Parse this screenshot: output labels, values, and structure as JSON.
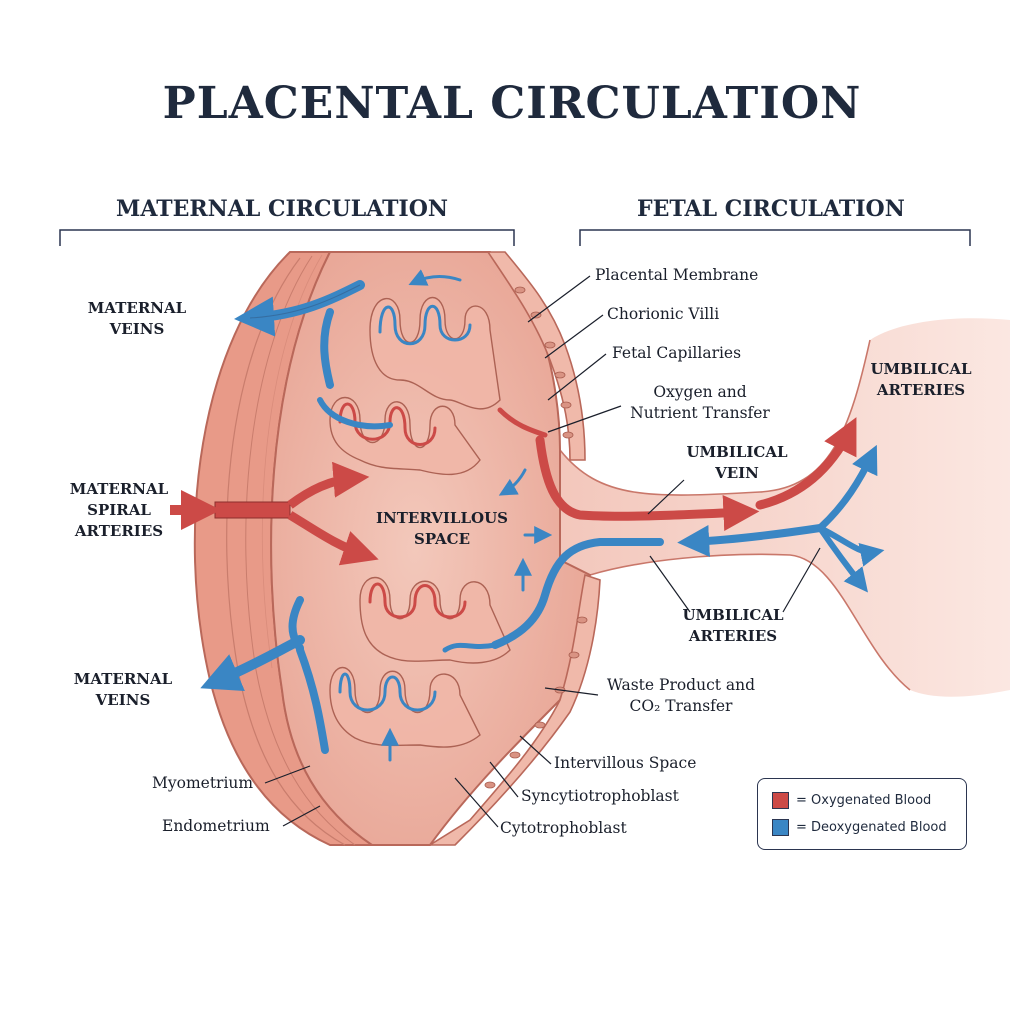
{
  "title": "PLACENTAL CIRCULATION",
  "sections": {
    "maternal": "MATERNAL CIRCULATION",
    "fetal": "FETAL CIRCULATION"
  },
  "labels": {
    "maternal_veins_top": [
      "MATERNAL",
      "VEINS"
    ],
    "maternal_spiral_arteries": [
      "MATERNAL",
      "SPIRAL",
      "ARTERIES"
    ],
    "maternal_veins_bottom": [
      "MATERNAL",
      "VEINS"
    ],
    "myometrium": "Myometrium",
    "endometrium": "Endometrium",
    "intervillous_space_center": [
      "INTERVILLOUS",
      "SPACE"
    ],
    "placental_membrane": "Placental Membrane",
    "chorionic_villi": "Chorionic Villi",
    "fetal_capillaries": "Fetal Capillaries",
    "oxygen_nutrient_transfer": [
      "Oxygen and",
      "Nutrient Transfer"
    ],
    "umbilical_vein": [
      "UMBILICAL",
      "VEIN"
    ],
    "umbilical_arteries_top": [
      "UMBILICAL",
      "ARTERIES"
    ],
    "umbilical_arteries_bottom": [
      "UMBILICAL",
      "ARTERIES"
    ],
    "waste_transfer": [
      "Waste Product and",
      "CO₂ Transfer"
    ],
    "intervillous_space": "Intervillous Space",
    "syncytiotrophoblast": "Syncytiotrophoblast",
    "cytotrophoblast": "Cytotrophoblast"
  },
  "legend": {
    "oxygenated": "= Oxygenated Blood",
    "deoxygenated": "= Deoxygenated Blood"
  },
  "colors": {
    "oxygenated": "#cc4a47",
    "deoxygenated": "#3a86c4",
    "tissue": "#efb3a5",
    "myometrium": "#e89a88",
    "ink": "#1f2a3d"
  }
}
